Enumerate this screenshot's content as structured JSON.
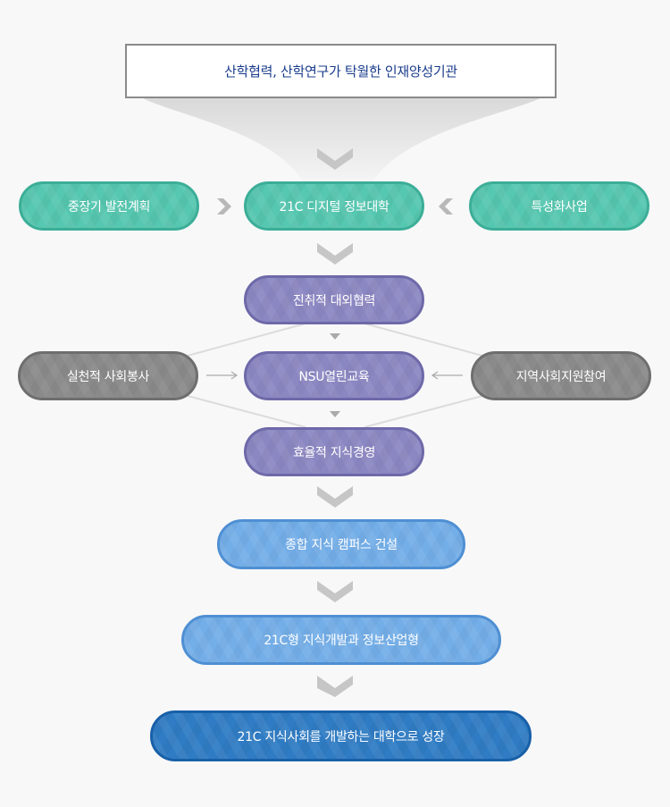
{
  "top_box": {
    "label": "산학협력, 산학연구가 탁월한 인재양성기관"
  },
  "row1": {
    "left": "중장기 발전계획",
    "center": "21C 디지털 정보대학",
    "right": "특성화사업"
  },
  "middle": {
    "top": "진취적 대외협력",
    "center": "NSU열린교육",
    "bottom": "효율적 지식경영",
    "left": "실천적 사회봉사",
    "right": "지역사회지원참여"
  },
  "lower": {
    "step1": "종합 지식 캠퍼스 건설",
    "step2": "21C형 지식개발과 정보산업형",
    "step3": "21C 지식사회를 개발하는 대학으로 성장"
  },
  "colors": {
    "teal": "#56c7b0",
    "purple": "#8b87c2",
    "gray": "#8a8a8a",
    "sky": "#74aee8",
    "navy": "#2f7cc4",
    "title_text": "#1a3c8c"
  }
}
